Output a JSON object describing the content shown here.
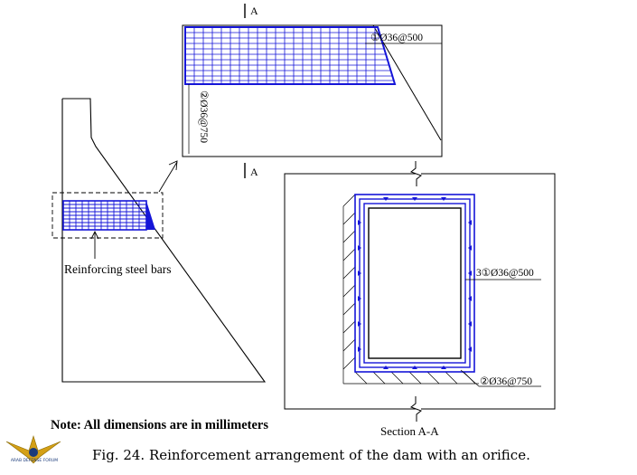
{
  "figure": {
    "section_marker": "A",
    "callout_top": "①Ø36@500",
    "callout_vertical": "②Ø36@750",
    "callout_side": "3①Ø36@500",
    "callout_bottom": "②Ø36@750",
    "label_bars": "Reinforcing steel bars",
    "section_label": "Section A-A",
    "note": "Note: All dimensions are in millimeters",
    "caption": "Fig. 24. Reinforcement arrangement of the dam with an orifice.",
    "logo_text": "ARAB DEFENSE FORUM",
    "colors": {
      "rebar": "#1515d8",
      "line": "#000000",
      "logo_gold": "#d4a017"
    }
  }
}
